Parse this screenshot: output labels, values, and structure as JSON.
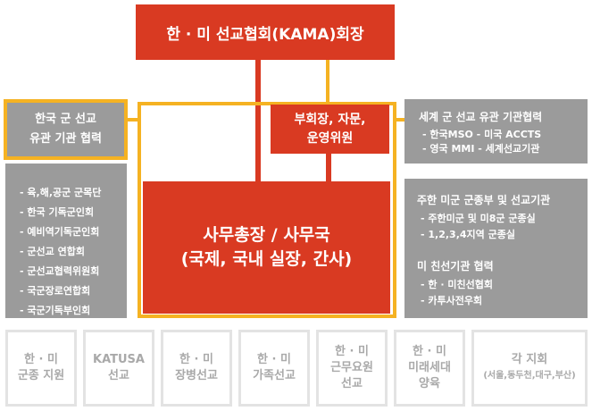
{
  "chairman": "한 · 미 선교협회(KAMA)회장",
  "vice": {
    "line1": "부회장, 자문,",
    "line2": "운영위원"
  },
  "secretariat": {
    "line1": "사무총장 / 사무국",
    "line2": "(국제, 국내 실장, 간사)"
  },
  "left": {
    "title_line1": "한국 군  선교",
    "title_line2": "유관 기관 협력",
    "items": [
      "- 육,해,공군 군목단",
      "- 한국 기독군인회",
      "- 예비역기독군인회",
      "- 군선교 연합회",
      "- 군선교협력위원회",
      "- 국군장로연합회",
      "- 국군기독부인회"
    ]
  },
  "right_top": {
    "title": "세계 군 선교 유관 기관협력",
    "items": [
      "- 한국MSO  - 미국 ACCTS",
      "- 영국 MMI  - 세계선교기관"
    ]
  },
  "right_bottom": {
    "title1": "주한 미군 군종부 및 선교기관",
    "items1": [
      "- 주한미군 및 미8군 군종실",
      "- 1,2,3,4지역 군종실"
    ],
    "title2": "미 친선기관 협력",
    "items2": [
      "- 한 · 미친선협회",
      "- 카투사전우회"
    ]
  },
  "bottom": [
    {
      "l1": "한 · 미",
      "l2": "군종 지원",
      "l3": ""
    },
    {
      "l1": "KATUSA",
      "l2": "선교",
      "l3": ""
    },
    {
      "l1": "한 · 미",
      "l2": "장병선교",
      "l3": ""
    },
    {
      "l1": "한 · 미",
      "l2": "가족선교",
      "l3": ""
    },
    {
      "l1": "한 · 미",
      "l2": "근무요원",
      "l3": "선교"
    },
    {
      "l1": "한 · 미",
      "l2": "미래세대",
      "l3": "양육"
    },
    {
      "l1": "각 지회",
      "l2": "(서울,동두천,대구,부산)",
      "l3": ""
    }
  ],
  "colors": {
    "accent_red": "#d93a22",
    "frame_yellow": "#f5b222",
    "box_gray": "#9b9b9b",
    "bottom_border": "#e3e3e3"
  }
}
